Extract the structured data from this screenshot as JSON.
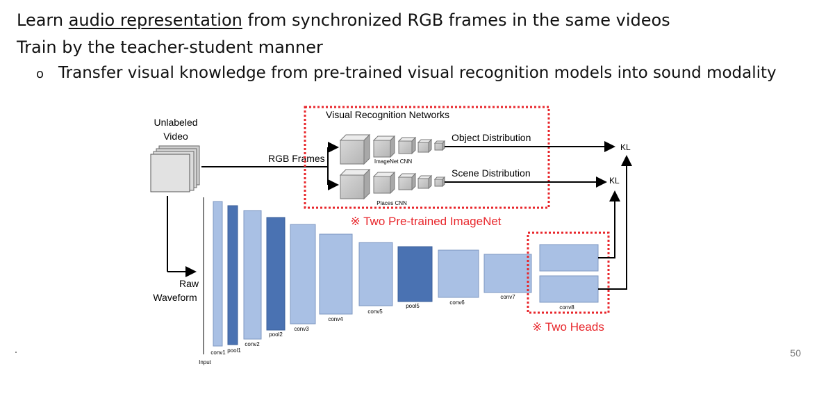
{
  "slide": {
    "bullet1_prefix": "Learn ",
    "bullet1_underlined": "audio representation",
    "bullet1_suffix": " from synchronized RGB frames in the same videos",
    "bullet2": "Train by the teacher-student manner",
    "sub_marker": "o",
    "sub_bullet": "Transfer visual knowledge from pre-trained visual recognition models into sound modality",
    "page_number": "50"
  },
  "diagram": {
    "unlabeled_video_line1": "Unlabeled",
    "unlabeled_video_line2": "Video",
    "rgb_frames": "RGB Frames",
    "visual_networks_title": "Visual Recognition Networks",
    "object_distribution": "Object Distribution",
    "scene_distribution": "Scene Distribution",
    "imagenet_cnn": "ImageNet CNN",
    "places_cnn": "Places CNN",
    "kl_top": "KL",
    "kl_bottom": "KL",
    "pretrained_note": "※ Two Pre-trained ImageNet",
    "raw_waveform_line1": "Raw",
    "raw_waveform_line2": "Waveform",
    "two_heads_note": "※ Two Heads",
    "layers": {
      "input": "Input",
      "conv1": "conv1",
      "pool1": "pool1",
      "conv2": "conv2",
      "pool2": "pool2",
      "conv3": "conv3",
      "conv4": "conv4",
      "conv5": "conv5",
      "pool5": "pool5",
      "conv6": "conv6",
      "conv7": "conv7",
      "conv8": "conv8"
    },
    "colors": {
      "light_layer": "#a9c0e4",
      "dark_layer": "#4a72b2",
      "highlight_box": "#e8262b",
      "note_text": "#e8262b"
    }
  }
}
